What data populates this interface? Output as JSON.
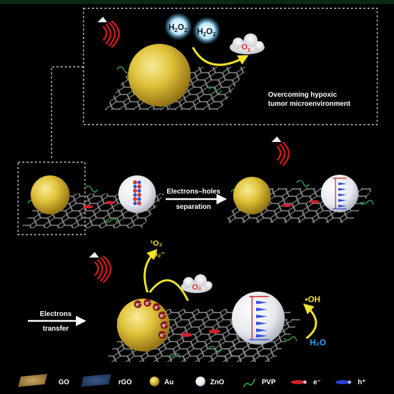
{
  "colors": {
    "background": "#000000",
    "gold": "#e0c23a",
    "graphene_line": "#8a8a8a",
    "yellow_arrow": "#f2e22a",
    "electron_red": "#d0202a",
    "hole_blue": "#2740d8",
    "water_blue": "#2fa6ff",
    "h2o2_glow": "#5ecbff"
  },
  "top_panel": {
    "reactant_a": "H",
    "reactant_a_sub": "2",
    "reactant_b": "O",
    "reactant_b_sub": "2",
    "product": "O",
    "product_sub": "2",
    "caption_line1": "Overcoming hypoxic",
    "caption_line2": "tumor microenvironment"
  },
  "middle_panel": {
    "arrow_label_line1": "Electrons–holes",
    "arrow_label_line2": "separation"
  },
  "bottom_panel": {
    "arrow_label_line1": "Electrons",
    "arrow_label_line2": "transfer",
    "singlet_oxygen": "¹O₂",
    "superoxide": "•O₂⁻",
    "product_o2": "O₂",
    "hydroxyl": "•OH",
    "water": "H₂O",
    "electron_symbol": "e⁻"
  },
  "legend": [
    {
      "icon": "go-sheet-icon",
      "label": "GO"
    },
    {
      "icon": "rgo-sheet-icon",
      "label": "rGO"
    },
    {
      "icon": "au-sphere-icon",
      "label": "Au"
    },
    {
      "icon": "zno-sphere-icon",
      "label": "ZnO"
    },
    {
      "icon": "pvp-chain-icon",
      "label": "PVP"
    },
    {
      "icon": "electron-icon",
      "label": "e⁻"
    },
    {
      "icon": "hole-icon",
      "label": "h⁺"
    }
  ]
}
